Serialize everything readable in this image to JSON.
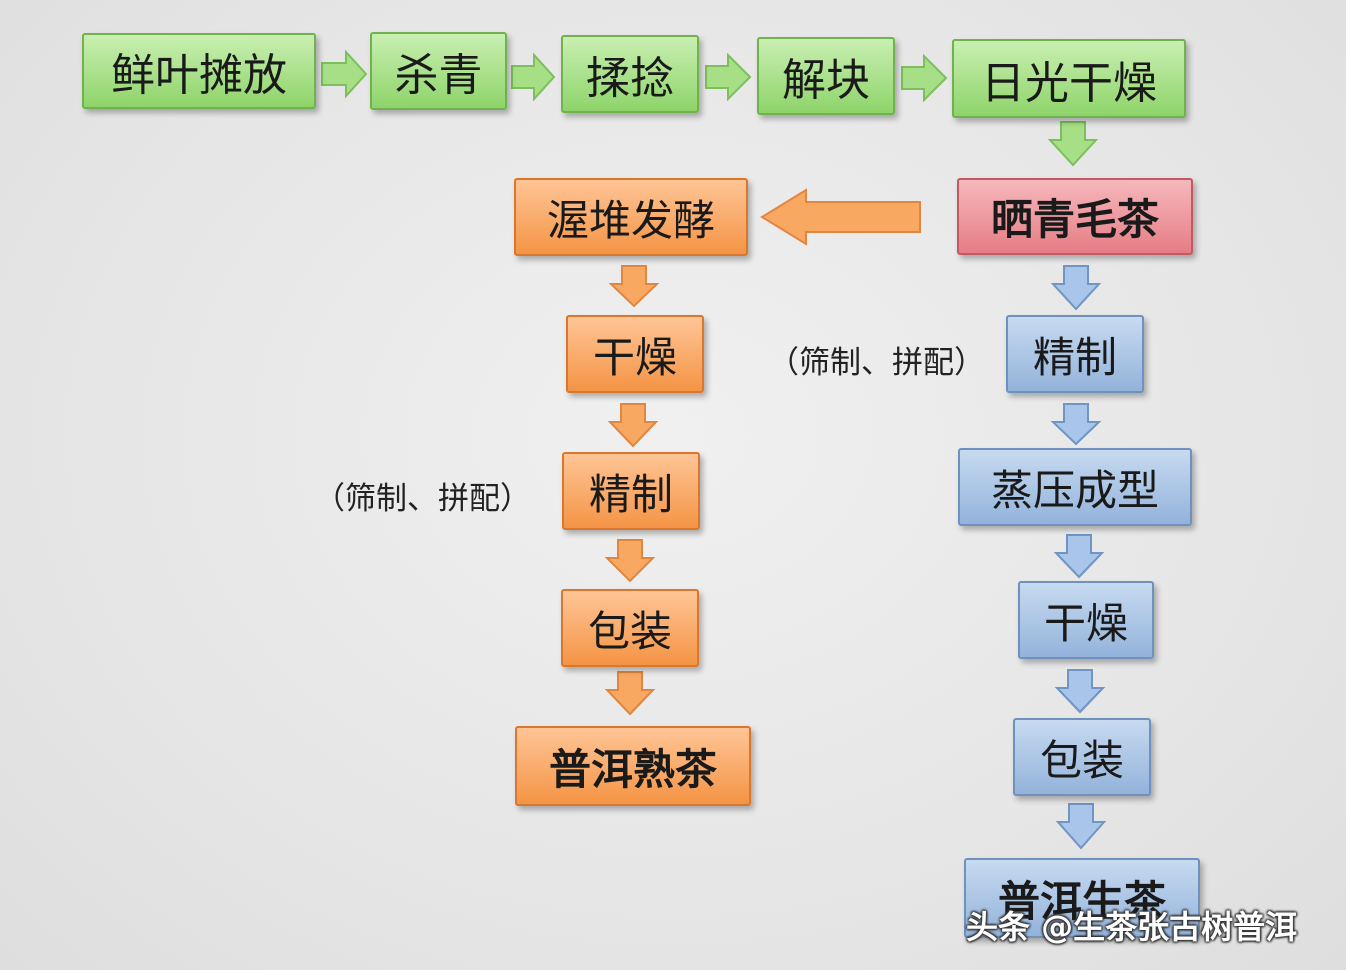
{
  "steps": {
    "fresh_leaf_spreading": "鲜叶摊放",
    "fixing": "杀青",
    "rolling": "揉捻",
    "deblocking": "解块",
    "sun_drying": "日光干燥",
    "sun_dried_maocha": "晒青毛茶",
    "pile_fermentation": "渥堆发酵",
    "ripe_drying": "干燥",
    "ripe_refining": "精制",
    "ripe_packaging": "包装",
    "ripe_puer": "普洱熟茶",
    "raw_refining": "精制",
    "steam_pressing": "蒸压成型",
    "raw_drying": "干燥",
    "raw_packaging": "包装",
    "raw_puer": "普洱生茶"
  },
  "notes": {
    "raw_refining_note": "（筛制、拼配）",
    "ripe_refining_note": "（筛制、拼配）"
  },
  "watermark": "头条 @生茶张古树普洱",
  "colors": {
    "green_arrow": "#a6df86",
    "green_arrow_stroke": "#7cbf5b",
    "orange_arrow": "#f9a862",
    "orange_arrow_stroke": "#e08640",
    "blue_arrow": "#a9c5ea",
    "blue_arrow_stroke": "#6f95c4"
  }
}
